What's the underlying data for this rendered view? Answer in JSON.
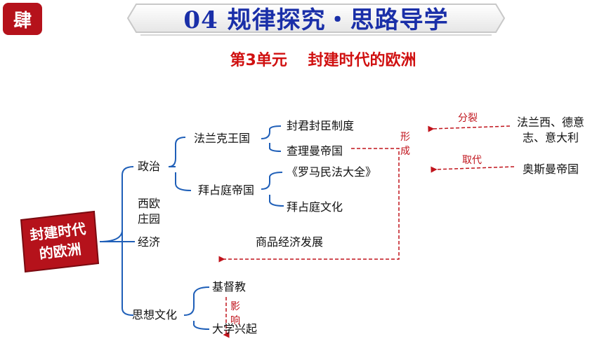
{
  "header": {
    "badge": "肆",
    "title": "04 规律探究・思路导学",
    "subtitle": "第3单元　 封建时代的欧洲"
  },
  "mindmap": {
    "root": "封建时代的欧洲",
    "branches": {
      "politics": "政治",
      "manor": "西欧庄园",
      "economy": "经济",
      "culture": "思想文化"
    },
    "politics_children": {
      "frank": "法兰克王国",
      "byzantine": "拜占庭帝国"
    },
    "frank_children": {
      "feudal": "封君封臣制度",
      "charlemagne": "查理曼帝国"
    },
    "byzantine_children": {
      "corpus": "《罗马民法大全》",
      "culture": "拜占庭文化"
    },
    "economy_child": "商品经济发展",
    "culture_children": {
      "christianity": "基督教",
      "university": "大学兴起"
    },
    "right_side": {
      "split_into": "法兰西、德意志、意大利",
      "ottoman": "奥斯曼帝国"
    },
    "arrow_labels": {
      "split": "分裂",
      "replace": "取代",
      "form": "形成",
      "influence": "影响"
    }
  },
  "colors": {
    "title_blue": "#1a2fa8",
    "accent_red": "#c0141c",
    "line_blue": "#1f5fb8"
  }
}
